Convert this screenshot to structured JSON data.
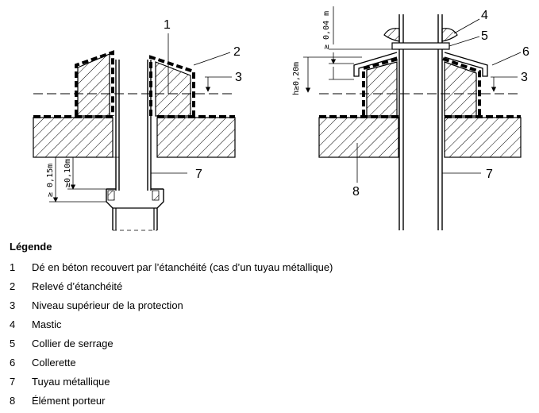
{
  "diagram": {
    "callouts": {
      "left": [
        "1",
        "2",
        "3",
        "7"
      ],
      "right": [
        "4",
        "5",
        "6",
        "3",
        "7",
        "8"
      ]
    },
    "dimensions": {
      "left": [
        "≥ 0,15m",
        "≥0,10m"
      ],
      "right": [
        "≥ 0,04 m",
        "h≥0,20m"
      ]
    }
  },
  "legend": {
    "title": "Légende",
    "items": [
      {
        "num": "1",
        "text": "Dé en béton recouvert par l’étanchéité (cas d’un tuyau métallique)"
      },
      {
        "num": "2",
        "text": "Relevé d’étanchéité"
      },
      {
        "num": "3",
        "text": "Niveau supérieur de la protection"
      },
      {
        "num": "4",
        "text": "Mastic"
      },
      {
        "num": "5",
        "text": "Collier de serrage"
      },
      {
        "num": "6",
        "text": "Collerette"
      },
      {
        "num": "7",
        "text": "Tuyau métallique"
      },
      {
        "num": "8",
        "text": "Élément porteur"
      }
    ]
  }
}
